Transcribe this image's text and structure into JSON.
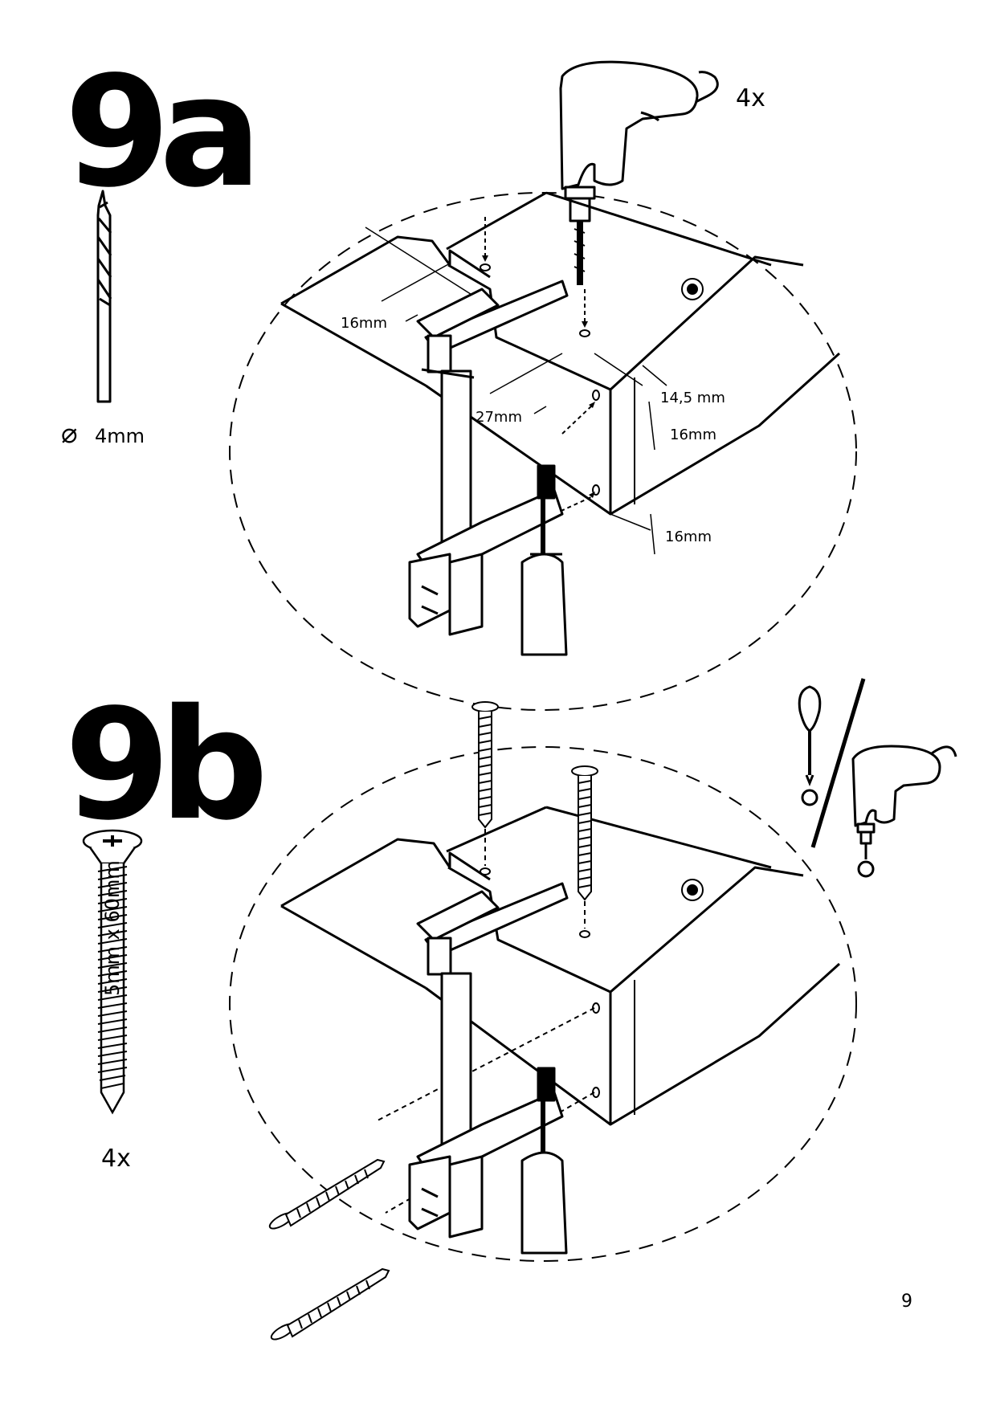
{
  "page_number": "9",
  "steps": [
    {
      "id": "9a",
      "label": "9a",
      "quantity": "4x",
      "tool": "drill-icon",
      "bit_label": "4mm",
      "bit_symbol": "⌀",
      "dimensions": [
        "16mm",
        "14,5 mm",
        "27mm",
        "16mm",
        "16mm"
      ]
    },
    {
      "id": "9b",
      "label": "9b",
      "quantity": "4x",
      "screw_size": "5mm x 60mm",
      "tools": [
        "screwdriver-icon",
        "cordless-drill-icon"
      ]
    }
  ]
}
